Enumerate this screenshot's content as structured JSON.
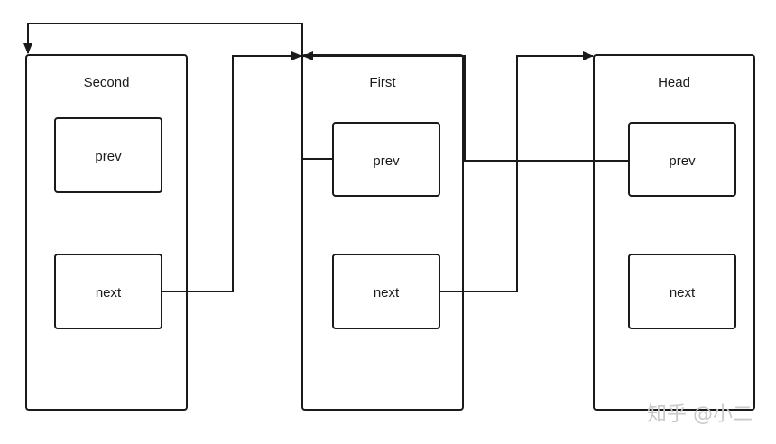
{
  "diagram": {
    "nodes": [
      {
        "id": "second",
        "title": "Second",
        "fields": [
          "prev",
          "next"
        ]
      },
      {
        "id": "first",
        "title": "First",
        "fields": [
          "prev",
          "next"
        ]
      },
      {
        "id": "head",
        "title": "Head",
        "fields": [
          "prev",
          "next"
        ]
      }
    ],
    "links": [
      {
        "from": "second.next",
        "to": "first"
      },
      {
        "from": "first.next",
        "to": "head"
      },
      {
        "from": "first.prev",
        "to": "second"
      },
      {
        "from": "head.prev",
        "to": "first"
      }
    ]
  },
  "watermark": "知乎 @小二"
}
